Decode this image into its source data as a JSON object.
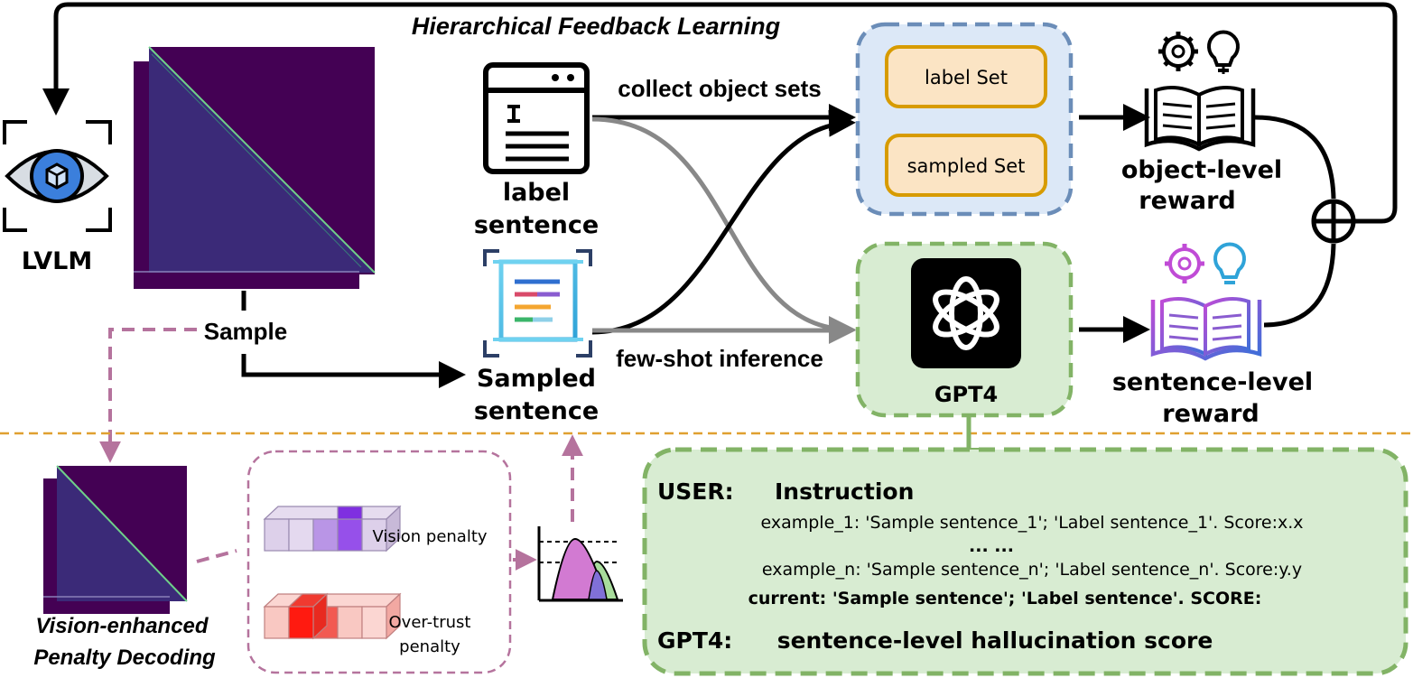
{
  "title": "Hierarchical Feedback Learning",
  "lvlm": {
    "label": "LVLM"
  },
  "sample_label": "Sample",
  "label_sentence": {
    "line1": "label",
    "line2": "sentence"
  },
  "sampled_sentence": {
    "line1": "Sampled",
    "line2": "sentence"
  },
  "edges": {
    "collect": "collect object sets",
    "fewshot": "few-shot inference"
  },
  "sets": {
    "label_set": "label Set",
    "sampled_set": "sampled Set"
  },
  "gpt4": {
    "label": "GPT4"
  },
  "object_reward": {
    "line1": "object-level",
    "line2": "reward"
  },
  "sentence_reward": {
    "line1": "sentence-level",
    "line2": "reward"
  },
  "penalty": {
    "vision": "Vision penalty",
    "overtrust_line1": "Over-trust",
    "overtrust_line2": "penalty"
  },
  "vepd": {
    "line1": "Vision-enhanced",
    "line2": "Penalty Decoding"
  },
  "prompt": {
    "user_label": "USER:",
    "instruction": "Instruction",
    "example_1": "example_1: 'Sample sentence_1'; 'Label sentence_1'. Score:x.x",
    "ellipsis": "... ...",
    "example_n": "example_n: 'Sample sentence_n'; 'Label sentence_n'. Score:y.y",
    "current": "current: 'Sample sentence'; 'Label sentence'. SCORE:",
    "gpt4_label": "GPT4:",
    "output": "sentence-level hallucination score"
  },
  "colors": {
    "matrix_bg": "#440154",
    "blue_box_fill": "#dce8f7",
    "blue_box_border": "#6b8db8",
    "green_box_fill": "#d8ecd2",
    "green_box_border": "#82b366",
    "set_fill": "#fbe4c4",
    "set_border": "#d79b00",
    "dashed_pink": "#b5739d",
    "divider_orange": "#e0a030"
  }
}
